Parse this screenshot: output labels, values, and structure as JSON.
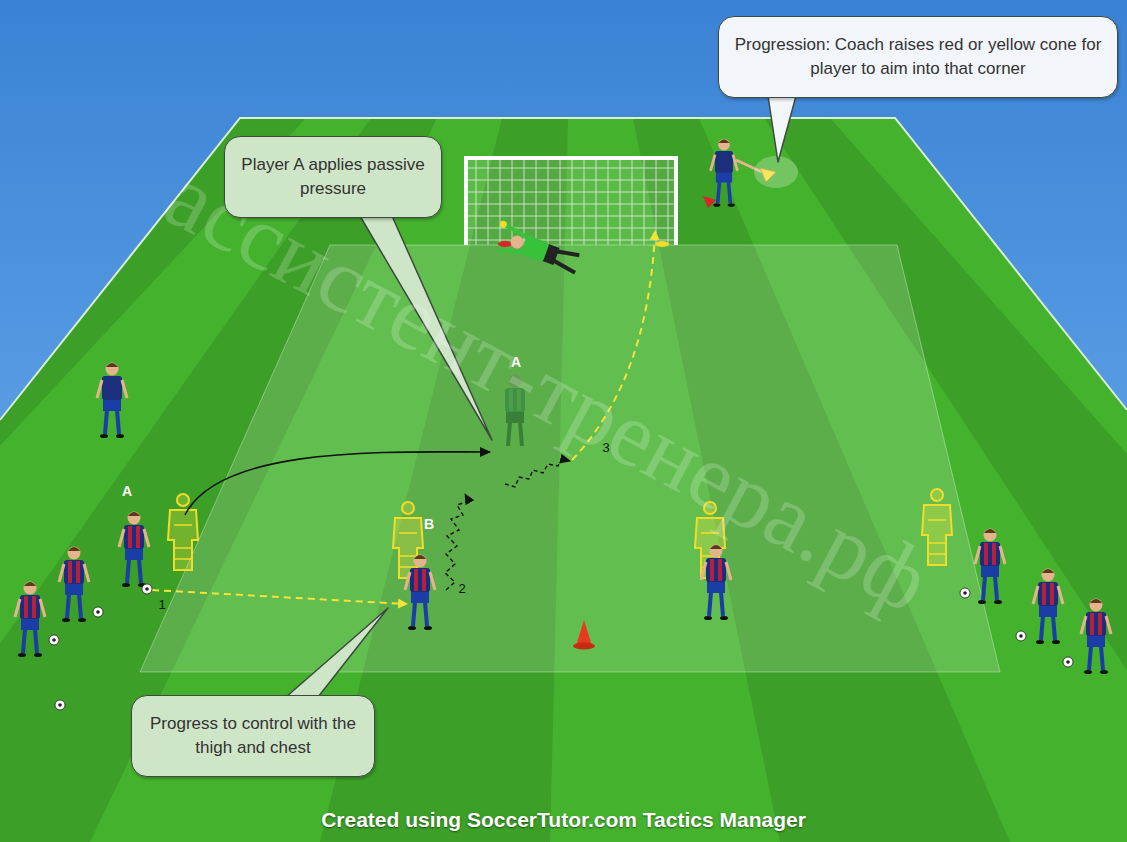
{
  "diagram": {
    "caption": "Created using SoccerTutor.com Tactics Manager",
    "nodes": [
      {
        "text": [
          "Progression: Coach raises red or yellow cone for player to aim into that corner"
        ]
      },
      {
        "text": [
          "Player A applies passive pressure"
        ]
      },
      {
        "text": [
          "Progress to control with the thigh and chest"
        ]
      }
    ],
    "labels": [
      "ассистент-тренера.рф",
      "A",
      "A",
      "B",
      "1",
      "2",
      "3"
    ]
  }
}
